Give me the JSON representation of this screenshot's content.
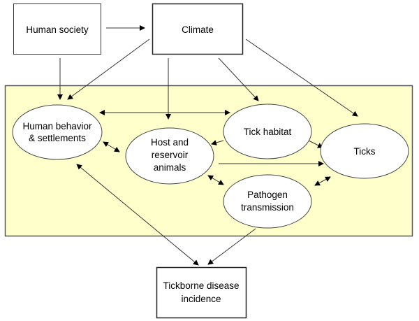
{
  "colors": {
    "panel_fill": "#ffffcc",
    "panel_border": "#555555",
    "node_fill": "#ffffff",
    "stroke": "#333333"
  },
  "nodes": {
    "human_society": {
      "lines": [
        "Human society"
      ]
    },
    "climate": {
      "lines": [
        "Climate"
      ]
    },
    "human_behavior": {
      "lines": [
        "Human behavior",
        "& settlements"
      ]
    },
    "host_reservoir": {
      "lines": [
        "Host and",
        "reservoir",
        "animals"
      ]
    },
    "tick_habitat": {
      "lines": [
        "Tick habitat"
      ]
    },
    "ticks": {
      "lines": [
        "Ticks"
      ]
    },
    "pathogen": {
      "lines": [
        "Pathogen",
        "transmission"
      ]
    },
    "incidence": {
      "lines": [
        "Tickborne disease",
        "incidence"
      ]
    }
  },
  "edges": [
    {
      "from": "Human society",
      "to": "Climate",
      "type": "directed"
    },
    {
      "from": "Human society",
      "to": "Human behavior & settlements",
      "type": "directed"
    },
    {
      "from": "Climate",
      "to": "Human behavior & settlements",
      "type": "directed"
    },
    {
      "from": "Climate",
      "to": "Host and reservoir animals",
      "type": "directed"
    },
    {
      "from": "Climate",
      "to": "Tick habitat",
      "type": "directed"
    },
    {
      "from": "Climate",
      "to": "Ticks",
      "type": "directed"
    },
    {
      "from": "Human behavior & settlements",
      "to": "Tick habitat",
      "type": "bidirectional"
    },
    {
      "from": "Human behavior & settlements",
      "to": "Host and reservoir animals",
      "type": "bidirectional"
    },
    {
      "from": "Tick habitat",
      "to": "Host and reservoir animals",
      "type": "directed"
    },
    {
      "from": "Tick habitat",
      "to": "Ticks",
      "type": "directed"
    },
    {
      "from": "Host and reservoir animals",
      "to": "Ticks",
      "type": "directed"
    },
    {
      "from": "Host and reservoir animals",
      "to": "Pathogen transmission",
      "type": "bidirectional"
    },
    {
      "from": "Ticks",
      "to": "Pathogen transmission",
      "type": "bidirectional"
    },
    {
      "from": "Human behavior & settlements",
      "to": "Tickborne disease incidence",
      "type": "bidirectional"
    },
    {
      "from": "Pathogen transmission",
      "to": "Tickborne disease incidence",
      "type": "directed"
    }
  ]
}
